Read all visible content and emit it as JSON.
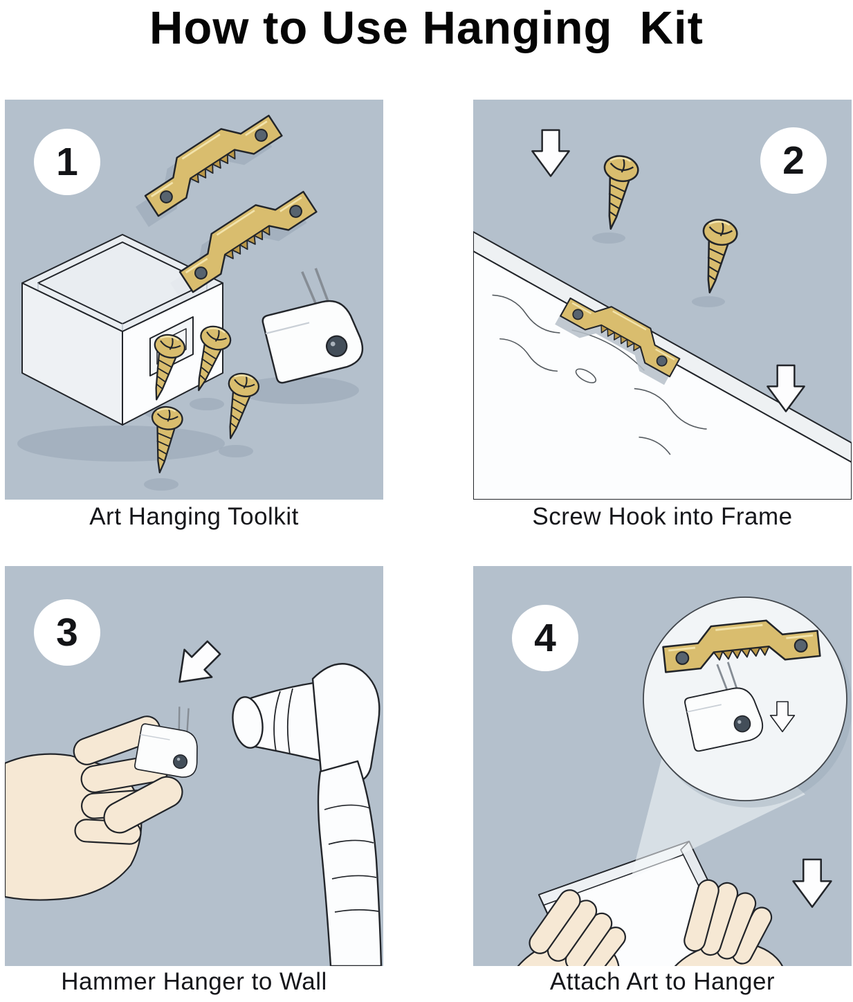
{
  "title": "How to Use Hanging  Kit",
  "panels": [
    {
      "number": "1",
      "caption": "Art Hanging Toolkit"
    },
    {
      "number": "2",
      "caption": "Screw Hook into Frame"
    },
    {
      "number": "3",
      "caption": "Hammer Hanger to Wall"
    },
    {
      "number": "4",
      "caption": "Attach Art to Hanger"
    }
  ],
  "colors": {
    "panel-bg": "#b4c0cc",
    "brass": "#d9bd6e",
    "brass-dark": "#bb9848",
    "skin": "#f6e8d4",
    "shadow": "#93a2b2"
  }
}
